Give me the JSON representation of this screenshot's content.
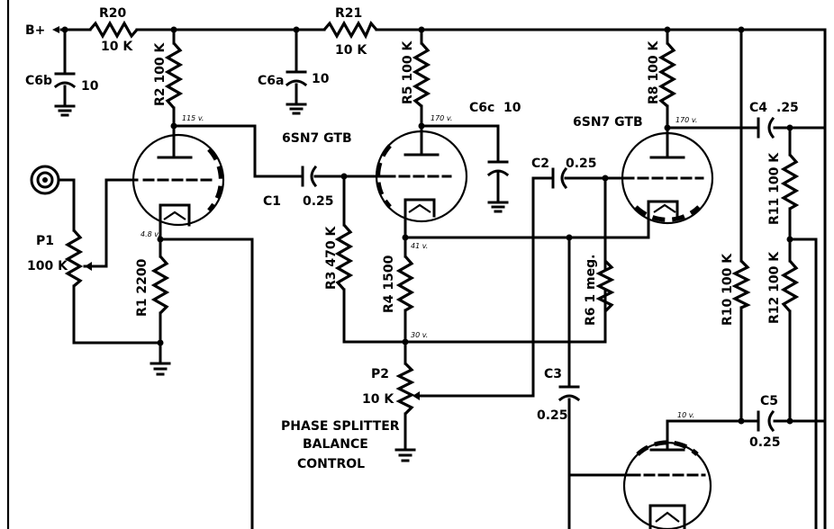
{
  "labels": {
    "b_plus": "B+",
    "r20": "R20",
    "r20_val": "10 K",
    "r21": "R21",
    "r21_val": "10 K",
    "c6b": "C6b",
    "c6b_val": "10",
    "c6a": "C6a",
    "c6a_val": "10",
    "r2": "R2 100 K",
    "r5": "R5 100 K",
    "r8": "R8 100 K",
    "c6c": "C6c",
    "c6c_val": "10",
    "tube_label_1": "6SN7 GTB",
    "tube_label_2": "6SN7 GTB",
    "c4": "C4",
    "c4_val": ".25",
    "c1": "C1",
    "c1_val": "0.25",
    "c2": "C2",
    "c2_val": "0.25",
    "p1": "P1",
    "p1_val": "100 K",
    "r1": "R1 2200",
    "r3": "R3 470 K",
    "r4": "R4 1500",
    "r6": "R6 1 meg.",
    "r10": "R10 100 K",
    "r11": "R11 100 K",
    "r12": "R12 100 K",
    "p2": "P2",
    "p2_val": "10 K",
    "c3": "C3",
    "c3_val": "0.25",
    "c5": "C5",
    "c5_val": "0.25",
    "phase_1": "PHASE SPLITTER",
    "phase_2": "BALANCE",
    "phase_3": "CONTROL",
    "v1_plate": "115 v.",
    "v1_cathode": "4.8 v.",
    "v2_plate": "170 v.",
    "v2_cathode": "41 v.",
    "v2_bottom": "30 v.",
    "v3_plate": "170 v.",
    "v4_plate": "10 v."
  }
}
